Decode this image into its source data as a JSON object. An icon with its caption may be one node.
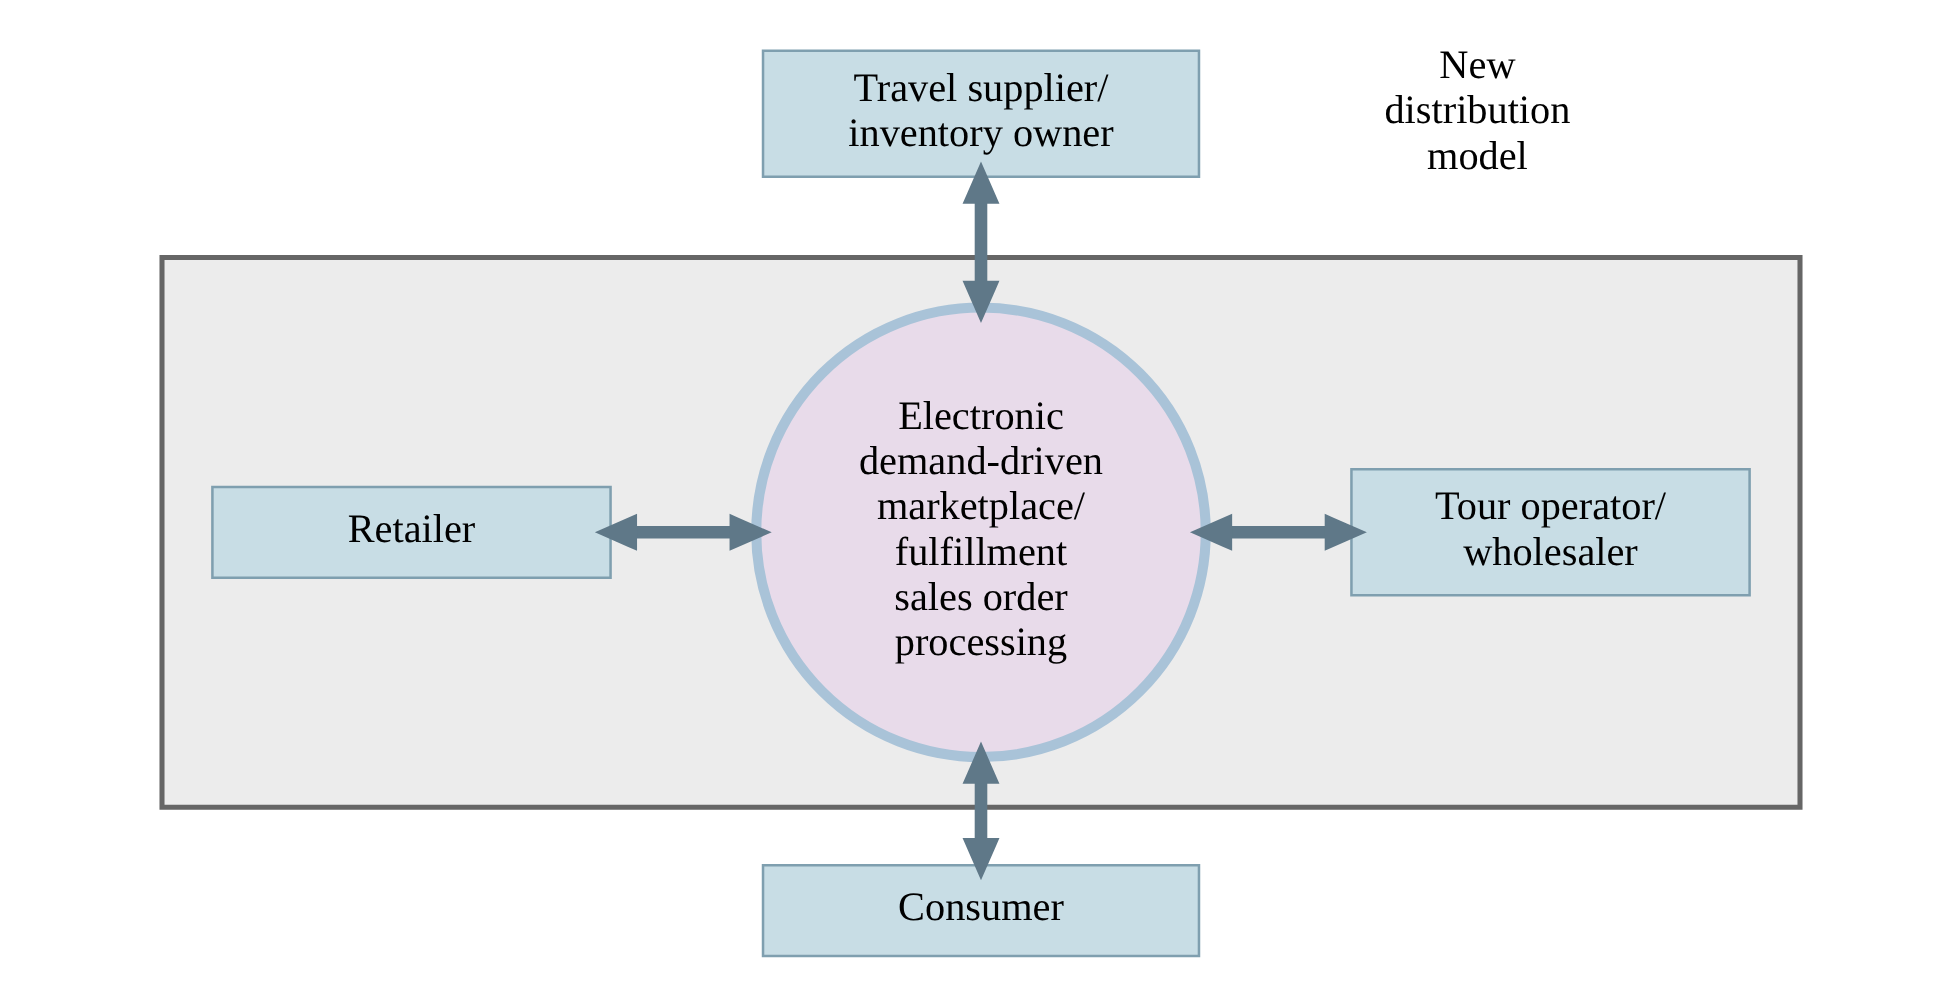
{
  "diagram": {
    "nodes": [
      {
        "text": [
          "Travel supplier/ inventory owner"
        ]
      },
      {
        "text": [],
        "shape": "box"
      },
      {
        "text": [
          "Retailer"
        ],
        "in": 1
      },
      {
        "text": [
          "Electronic demand-driven marketplace/ fulfillment sales order processing"
        ],
        "in": 1
      },
      {
        "text": [
          "Tour operator/ wholesaler"
        ],
        "in": 1
      },
      {
        "text": [
          "Consumer"
        ]
      }
    ],
    "edges": [
      {
        "from": 0,
        "to": 3,
        "arrow": "both"
      },
      {
        "from": 2,
        "to": 3,
        "arrow": "both"
      },
      {
        "from": 3,
        "to": 4,
        "arrow": "both"
      },
      {
        "from": 3,
        "to": 5,
        "arrow": "both"
      }
    ],
    "labels": [
      "New distribution model"
    ]
  }
}
